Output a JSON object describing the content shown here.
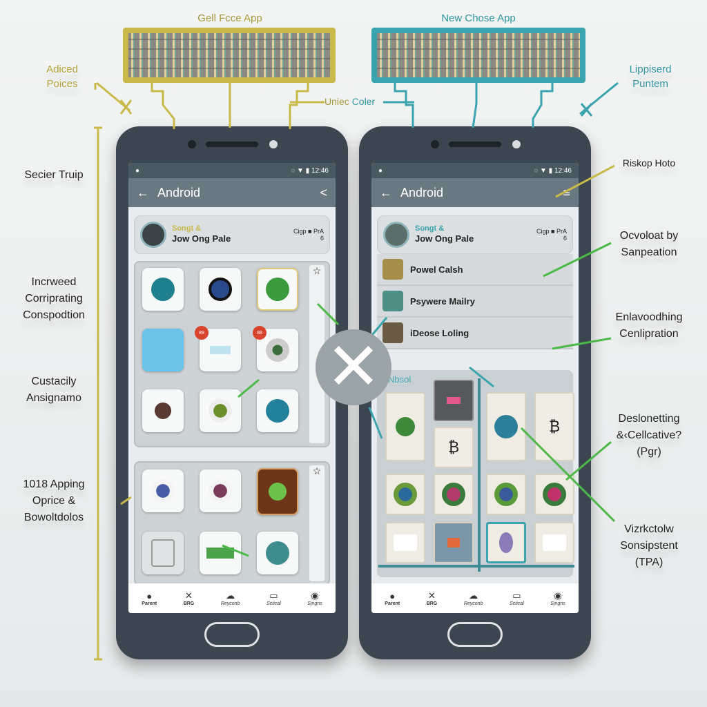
{
  "banners": {
    "left_title": "Gell Fcce App",
    "right_title": "New Chose App",
    "connector_label_a": "Uniec",
    "connector_label_b": "Coler"
  },
  "top_labels": {
    "left": [
      "Adiced",
      "Poices"
    ],
    "right": [
      "Lippiserd",
      "Puntem"
    ]
  },
  "left_labels": [
    [
      "Secier Truip"
    ],
    [
      "Incrweed",
      "Corriprating",
      "Conspodtion"
    ],
    [
      "Custacily",
      "Ansignamo"
    ],
    [
      "1018 Apping",
      "Oprice &",
      "Bowoltdolos"
    ]
  ],
  "right_labels": [
    [
      "Riskop Hoto"
    ],
    [
      "Ocvoloat by",
      "Sanpeation"
    ],
    [
      "Enlavoodhing",
      "Cenlipration"
    ],
    [
      "Deslonetting",
      "&‹Cellcative?",
      "(Pgr)"
    ],
    [
      "Vizrkctolw",
      "Sonsipstent",
      "(TPA)"
    ]
  ],
  "center_icon": "x-mark-icon",
  "colors": {
    "yellow": "#c9b84a",
    "teal": "#3aa3ad",
    "green": "#4cb848",
    "appbar": "#6a7882"
  },
  "phones": [
    {
      "status_right": "12:46",
      "appbar_title": "Android",
      "appbar_icon": "share-icon",
      "card": {
        "subtitle": "Songt &",
        "title": "Jow Ong Pale",
        "meta": "Cigp ■ PrA",
        "count": "6"
      },
      "badges": [
        "89",
        "88"
      ],
      "nav": [
        "Parent",
        "BRG",
        "Reyconb",
        "Sctical",
        "Sjngns"
      ]
    },
    {
      "status_right": "12:46",
      "appbar_title": "Android",
      "appbar_icon": "menu-icon",
      "card": {
        "subtitle": "Songt &",
        "title": "Jow Ong Pale",
        "meta": "Cigp ■ PrA",
        "count": "6"
      },
      "list": [
        "Powel Calsh",
        "Psywere Mailry",
        "iDeose Loling"
      ],
      "section_label": "Nbsol",
      "nav": [
        "Parent",
        "BRG",
        "Reyconb",
        "Sctical",
        "Sjngns"
      ]
    }
  ]
}
